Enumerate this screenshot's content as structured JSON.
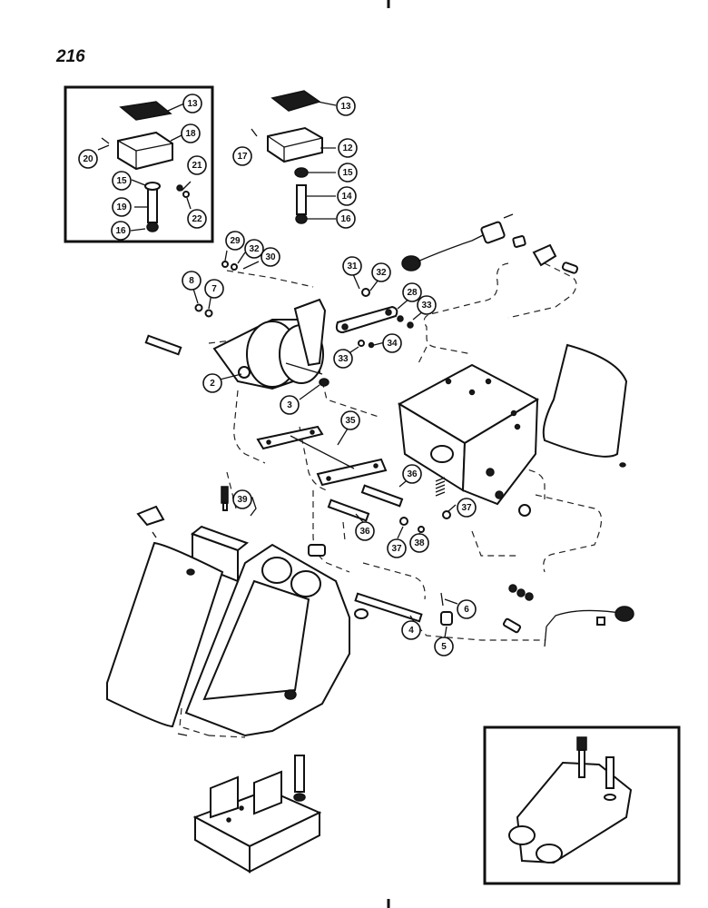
{
  "page_number": "216",
  "callouts": [
    {
      "id": "c13a",
      "label": "13"
    },
    {
      "id": "c18",
      "label": "18"
    },
    {
      "id": "c20",
      "label": "20"
    },
    {
      "id": "c15a",
      "label": "15"
    },
    {
      "id": "c21",
      "label": "21"
    },
    {
      "id": "c19",
      "label": "19"
    },
    {
      "id": "c22",
      "label": "22"
    },
    {
      "id": "c16a",
      "label": "16"
    },
    {
      "id": "c13b",
      "label": "13"
    },
    {
      "id": "c17",
      "label": "17"
    },
    {
      "id": "c12",
      "label": "12"
    },
    {
      "id": "c15b",
      "label": "15"
    },
    {
      "id": "c14",
      "label": "14"
    },
    {
      "id": "c16b",
      "label": "16"
    },
    {
      "id": "c29",
      "label": "29"
    },
    {
      "id": "c32a",
      "label": "32"
    },
    {
      "id": "c30",
      "label": "30"
    },
    {
      "id": "c31",
      "label": "31"
    },
    {
      "id": "c32b",
      "label": "32"
    },
    {
      "id": "c8",
      "label": "8"
    },
    {
      "id": "c7",
      "label": "7"
    },
    {
      "id": "c28",
      "label": "28"
    },
    {
      "id": "c33a",
      "label": "33"
    },
    {
      "id": "c33b",
      "label": "33"
    },
    {
      "id": "c34",
      "label": "34"
    },
    {
      "id": "c2",
      "label": "2"
    },
    {
      "id": "c3",
      "label": "3"
    },
    {
      "id": "c35",
      "label": "35"
    },
    {
      "id": "c36a",
      "label": "36"
    },
    {
      "id": "c37a",
      "label": "37"
    },
    {
      "id": "c36b",
      "label": "36"
    },
    {
      "id": "c37b",
      "label": "37"
    },
    {
      "id": "c38",
      "label": "38"
    },
    {
      "id": "c39",
      "label": "39"
    },
    {
      "id": "c6",
      "label": "6"
    },
    {
      "id": "c4",
      "label": "4"
    },
    {
      "id": "c5",
      "label": "5"
    }
  ]
}
